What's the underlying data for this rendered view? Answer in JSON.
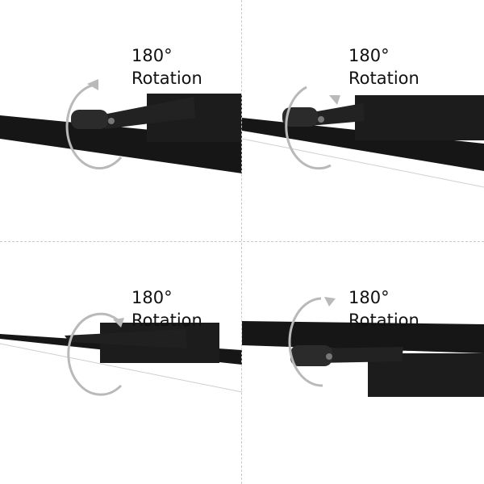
{
  "panels": [
    {
      "degrees": "180°",
      "label": "Rotation"
    },
    {
      "degrees": "180°",
      "label": "Rotation"
    },
    {
      "degrees": "180°",
      "label": "Rotation"
    },
    {
      "degrees": "180°",
      "label": "Rotation"
    }
  ],
  "colors": {
    "fixture": "#161616",
    "arrow": "#b9b9b9",
    "background": "#ffffff"
  }
}
